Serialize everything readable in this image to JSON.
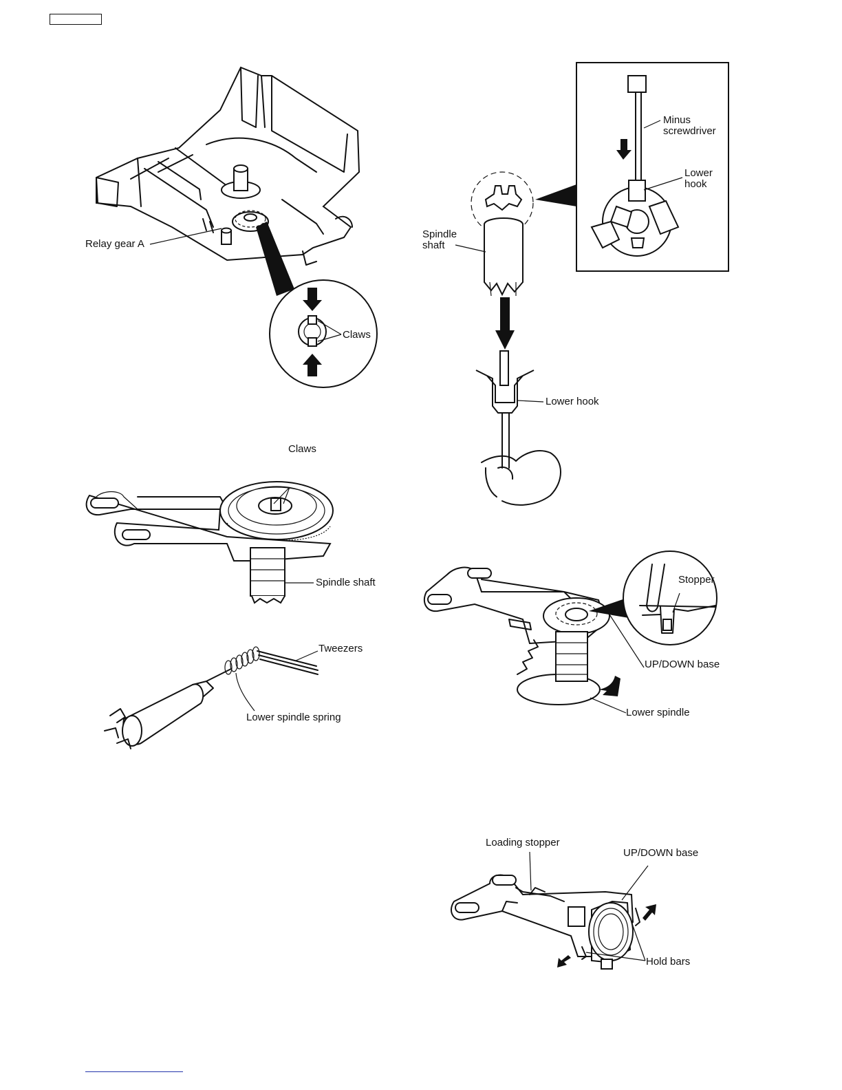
{
  "labels": {
    "relay_gear_a": "Relay gear A",
    "claws_top": "Claws",
    "spindle_shaft_1": "Spindle\nshaft",
    "minus_screwdriver": "Minus\nscrewdriver",
    "lower_hook_1": "Lower\nhook",
    "lower_hook_2": "Lower hook",
    "claws_mid": "Claws",
    "spindle_shaft_2": "Spindle shaft",
    "tweezers": "Tweezers",
    "lower_spindle_spring": "Lower spindle spring",
    "stopper": "Stopper",
    "updown_base_1": "UP/DOWN base",
    "lower_spindle": "Lower spindle",
    "loading_stopper": "Loading stopper",
    "updown_base_2": "UP/DOWN base",
    "hold_bars": "Hold bars"
  }
}
